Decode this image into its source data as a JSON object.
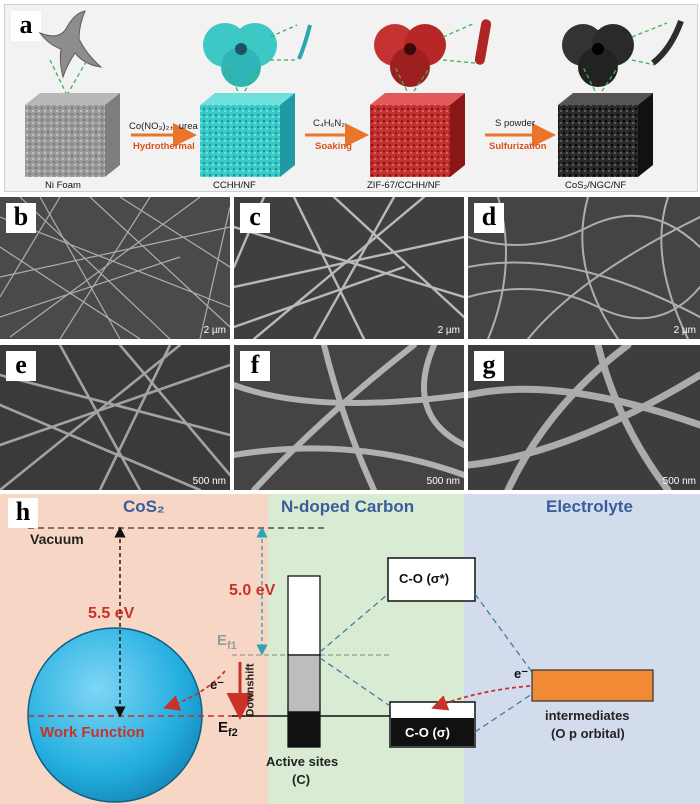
{
  "panel_a": {
    "letter": "a",
    "step1_top": "Co(NO₃)₂，urea",
    "step1_bottom": "Hydrothermal",
    "step2_top": "C₄H₆N₂",
    "step2_bottom": "Soaking",
    "step3_top": "S powder",
    "step3_bottom": "Sulfurization",
    "label1": "Ni Foam",
    "label2": "CCHH/NF",
    "label3": "ZIF-67/CCHH/NF",
    "label4": "CoS₂/NGC/NF"
  },
  "sem_panels": [
    {
      "letter": "b",
      "scale": "2 µm"
    },
    {
      "letter": "c",
      "scale": "2 µm"
    },
    {
      "letter": "d",
      "scale": "2 µm"
    },
    {
      "letter": "e",
      "scale": "500 nm"
    },
    {
      "letter": "f",
      "scale": "500 nm"
    },
    {
      "letter": "g",
      "scale": "500 nm"
    }
  ],
  "panel_h": {
    "letter": "h",
    "col1_title": "CoS₂",
    "col2_title": "N-doped Carbon",
    "col3_title": "Electrolyte",
    "vacuum": "Vacuum",
    "energy1": "5.5 eV",
    "energy2": "5.0 eV",
    "ef1": "E",
    "ef1_sub": "f1",
    "ef2": "E",
    "ef2_sub": "f2",
    "downshift": "Downshift",
    "work_function": "Work Function",
    "electron1": "e⁻",
    "electron2": "e⁻",
    "sigma_star": "C-O (σ*)",
    "sigma": "C-O (σ)",
    "active_sites_1": "Active sites",
    "active_sites_2": "(C)",
    "intermediates_1": "intermediates",
    "intermediates_2": "(O p orbital)",
    "colors": {
      "col1_bg": "#f7d6c5",
      "col2_bg": "#d9ecd3",
      "col3_bg": "#d3dcec",
      "sphere": "#29b3e3",
      "red": "#c8322a",
      "teal": "#2aa6b8",
      "orange": "#f08a34",
      "title_blue": "#3a5e9a"
    }
  }
}
